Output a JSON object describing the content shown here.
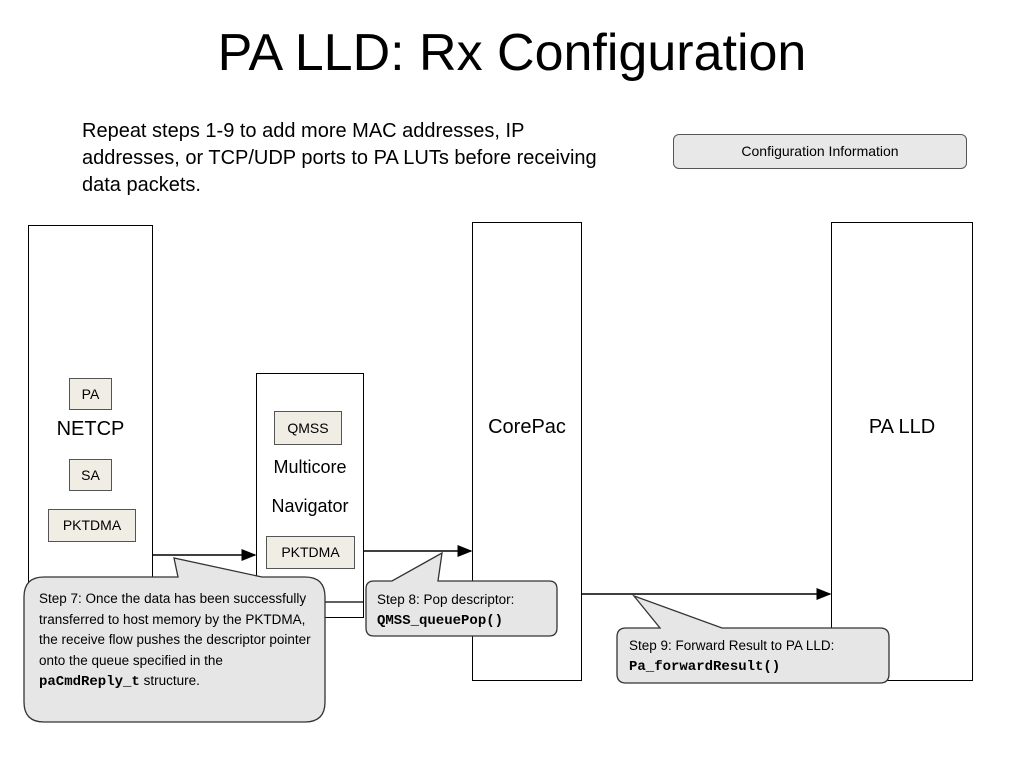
{
  "slide": {
    "title": "PA LLD: Rx Configuration",
    "intro": "Repeat steps 1-9 to add more MAC addresses, IP addresses, or TCP/UDP ports to PA LUTs before receiving data packets.",
    "legend_label": "Configuration Information"
  },
  "blocks": {
    "netcp": {
      "label": "NETCP",
      "chips": [
        "PA",
        "SA",
        "PKTDMA"
      ]
    },
    "navigator": {
      "label_line1": "Multicore",
      "label_line2": "Navigator",
      "chips": [
        "QMSS",
        "PKTDMA"
      ]
    },
    "corepac": {
      "label": "CorePac"
    },
    "palld": {
      "label": "PA LLD"
    }
  },
  "callouts": {
    "step7": {
      "text": "Step 7: Once the data has been successfully transferred to host memory by the PKTDMA, the receive flow pushes the descriptor pointer onto the queue specified in the",
      "code": "paCmdReply_t",
      "suffix": " structure."
    },
    "step8": {
      "text": "Step 8: Pop descriptor:",
      "code": "QMSS_queuePop()"
    },
    "step9": {
      "text": "Step 9: Forward Result to PA LLD:",
      "code": "Pa_forwardResult()"
    }
  }
}
